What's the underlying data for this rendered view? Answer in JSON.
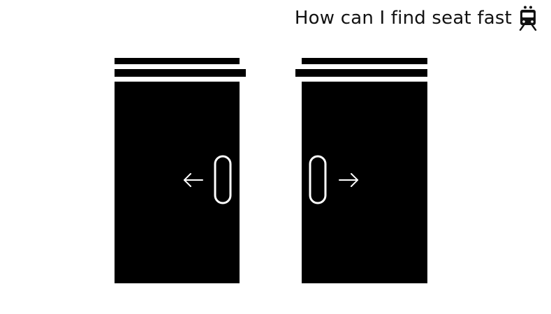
{
  "header": {
    "title": "How can I find seat fast",
    "icon": "train-icon"
  },
  "doors": [
    {
      "side": "left",
      "direction": "left",
      "arrow_glyph": "←"
    },
    {
      "side": "right",
      "direction": "right",
      "arrow_glyph": "→"
    }
  ],
  "colors": {
    "door": "#000000",
    "handle_outline": "#ffffff",
    "background": "#ffffff"
  }
}
